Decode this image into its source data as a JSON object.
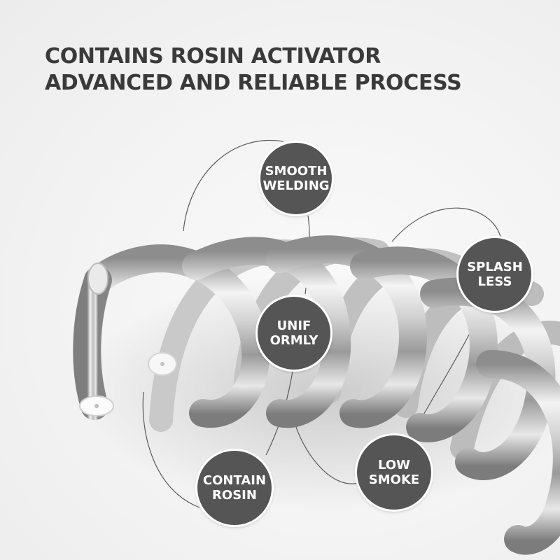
{
  "headline": {
    "line1": "CONTAINS ROSIN ACTIVATOR",
    "line2": "ADVANCED AND RELIABLE PROCESS"
  },
  "badges": {
    "smooth_welding": {
      "line1": "SMOOTH",
      "line2": "WELDING"
    },
    "splash_less": {
      "line1": "SPLASH",
      "line2": "LESS"
    },
    "uniformly": {
      "line1": "UNIF",
      "line2": "ORMLY"
    },
    "contain_rosin": {
      "line1": "CONTAIN",
      "line2": "ROSIN"
    },
    "low_smoke": {
      "line1": "LOW",
      "line2": "SMOKE"
    }
  },
  "colors": {
    "headline": "#3a3a3a",
    "badge_fill": "#555555",
    "badge_text": "#ffffff",
    "wire_metal": "#b8b8b8",
    "callout_line": "#5a5a5a"
  }
}
